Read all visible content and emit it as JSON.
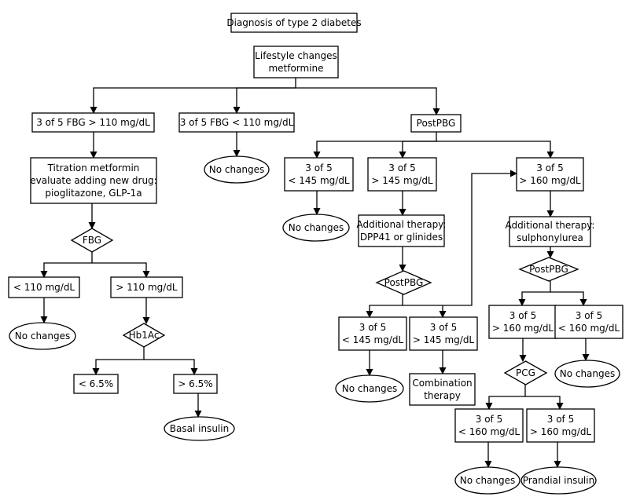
{
  "nodes": {
    "root": {
      "shape": "rect",
      "lines": [
        "Diagnosis of type 2 diabetes"
      ]
    },
    "lifestyle": {
      "shape": "rect",
      "lines": [
        "Lifestyle changes",
        "metformine"
      ]
    },
    "fbg_high": {
      "shape": "rect",
      "lines": [
        "3 of 5 FBG > 110 mg/dL"
      ]
    },
    "fbg_low": {
      "shape": "rect",
      "lines": [
        "3 of 5 FBG < 110 mg/dL"
      ]
    },
    "postpbg1": {
      "shape": "rect",
      "lines": [
        "PostPBG"
      ]
    },
    "titration": {
      "shape": "rect",
      "lines": [
        "Titration metformin",
        "evaluate adding new drug:",
        "pioglitazone, GLP-1a"
      ]
    },
    "nc_fbglow": {
      "shape": "ellipse",
      "lines": [
        "No changes"
      ]
    },
    "fbg_dec": {
      "shape": "diamond",
      "lines": [
        "FBG"
      ]
    },
    "fbg_lt110": {
      "shape": "rect",
      "lines": [
        "< 110 mg/dL"
      ]
    },
    "fbg_gt110": {
      "shape": "rect",
      "lines": [
        "> 110 mg/dL"
      ]
    },
    "nc_lt110": {
      "shape": "ellipse",
      "lines": [
        "No changes"
      ]
    },
    "hb1ac": {
      "shape": "diamond",
      "lines": [
        "Hb1Ac"
      ]
    },
    "lt65": {
      "shape": "rect",
      "lines": [
        "< 6.5%"
      ]
    },
    "gt65": {
      "shape": "rect",
      "lines": [
        "> 6.5%"
      ]
    },
    "basal": {
      "shape": "ellipse",
      "lines": [
        "Basal insulin"
      ]
    },
    "p_lt145": {
      "shape": "rect",
      "lines": [
        "3 of 5",
        "< 145 mg/dL"
      ]
    },
    "p_gt145": {
      "shape": "rect",
      "lines": [
        "3 of 5",
        "> 145 mg/dL"
      ]
    },
    "p_gt160": {
      "shape": "rect",
      "lines": [
        "3 of 5",
        "> 160 mg/dL"
      ]
    },
    "nc_p145": {
      "shape": "ellipse",
      "lines": [
        "No changes"
      ]
    },
    "dpp": {
      "shape": "rect",
      "lines": [
        "Additional therapy:",
        "DPP41 or glinides"
      ]
    },
    "sulph": {
      "shape": "rect",
      "lines": [
        "Additional therapy:",
        "sulphonylurea"
      ]
    },
    "postpbg2": {
      "shape": "diamond",
      "lines": [
        "PostPBG"
      ]
    },
    "postpbg3": {
      "shape": "diamond",
      "lines": [
        "PostPBG"
      ]
    },
    "q_lt145": {
      "shape": "rect",
      "lines": [
        "3 of 5",
        "< 145 mg/dL"
      ]
    },
    "q_gt145": {
      "shape": "rect",
      "lines": [
        "3 of 5",
        "> 145 mg/dL"
      ]
    },
    "nc_q145": {
      "shape": "ellipse",
      "lines": [
        "No changes"
      ]
    },
    "combo": {
      "shape": "rect",
      "lines": [
        "Combination",
        "therapy"
      ]
    },
    "r_gt160": {
      "shape": "rect",
      "lines": [
        "3 of 5",
        "> 160 mg/dL"
      ]
    },
    "r_lt160": {
      "shape": "rect",
      "lines": [
        "3 of 5",
        "< 160 mg/dL"
      ]
    },
    "pcg": {
      "shape": "diamond",
      "lines": [
        "PCG"
      ]
    },
    "nc_r160": {
      "shape": "ellipse",
      "lines": [
        "No changes"
      ]
    },
    "s_lt160": {
      "shape": "rect",
      "lines": [
        "3 of 5",
        "< 160 mg/dL"
      ]
    },
    "s_gt160": {
      "shape": "rect",
      "lines": [
        "3 of 5",
        "> 160 mg/dL"
      ]
    },
    "nc_s160": {
      "shape": "ellipse",
      "lines": [
        "No changes"
      ]
    },
    "prandial": {
      "shape": "ellipse",
      "lines": [
        "Prandial insulin"
      ]
    }
  },
  "edges": [
    [
      "lifestyle",
      "fbg_high"
    ],
    [
      "lifestyle",
      "fbg_low"
    ],
    [
      "lifestyle",
      "postpbg1"
    ],
    [
      "fbg_high",
      "titration"
    ],
    [
      "titration",
      "fbg_dec"
    ],
    [
      "fbg_dec",
      "fbg_lt110"
    ],
    [
      "fbg_dec",
      "fbg_gt110"
    ],
    [
      "fbg_lt110",
      "nc_lt110"
    ],
    [
      "fbg_gt110",
      "hb1ac"
    ],
    [
      "hb1ac",
      "lt65"
    ],
    [
      "hb1ac",
      "gt65"
    ],
    [
      "gt65",
      "basal"
    ],
    [
      "fbg_low",
      "nc_fbglow"
    ],
    [
      "postpbg1",
      "p_lt145"
    ],
    [
      "postpbg1",
      "p_gt145"
    ],
    [
      "postpbg1",
      "p_gt160"
    ],
    [
      "p_lt145",
      "nc_p145"
    ],
    [
      "p_gt145",
      "dpp"
    ],
    [
      "dpp",
      "postpbg2"
    ],
    [
      "postpbg2",
      "q_lt145"
    ],
    [
      "postpbg2",
      "q_gt145"
    ],
    [
      "q_lt145",
      "nc_q145"
    ],
    [
      "q_gt145",
      "combo"
    ],
    [
      "q_gt145",
      "p_gt160"
    ],
    [
      "p_gt160",
      "sulph"
    ],
    [
      "sulph",
      "postpbg3"
    ],
    [
      "postpbg3",
      "r_gt160"
    ],
    [
      "postpbg3",
      "r_lt160"
    ],
    [
      "r_gt160",
      "pcg"
    ],
    [
      "r_lt160",
      "nc_r160"
    ],
    [
      "pcg",
      "s_lt160"
    ],
    [
      "pcg",
      "s_gt160"
    ],
    [
      "s_lt160",
      "nc_s160"
    ],
    [
      "s_gt160",
      "prandial"
    ]
  ]
}
